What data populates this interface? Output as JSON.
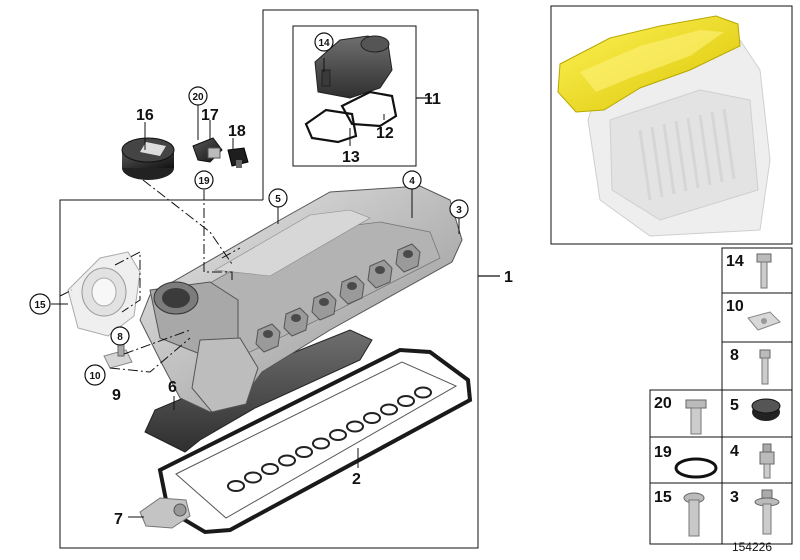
{
  "callouts": {
    "c1": "1",
    "c2": "2",
    "c3": "3",
    "c4": "4",
    "c5": "5",
    "c6": "6",
    "c7": "7",
    "c8": "8",
    "c9": "9",
    "c10": "10",
    "c11": "11",
    "c12": "12",
    "c13": "13",
    "c14": "14",
    "c15": "15",
    "c16": "16",
    "c17": "17",
    "c18": "18",
    "c19": "19",
    "c20": "20"
  },
  "parts_table": {
    "r14": "14",
    "r10": "10",
    "r8": "8",
    "r20": "20",
    "r5": "5",
    "r19": "19",
    "r4": "4",
    "r15": "15",
    "r3": "3"
  },
  "reference_number": "154226",
  "colors": {
    "line": "#111111",
    "part": "#c9c9c9",
    "part_dark": "#8e8e8e",
    "highlight": "#f2e41c",
    "ghost": "#e6e6e6"
  }
}
